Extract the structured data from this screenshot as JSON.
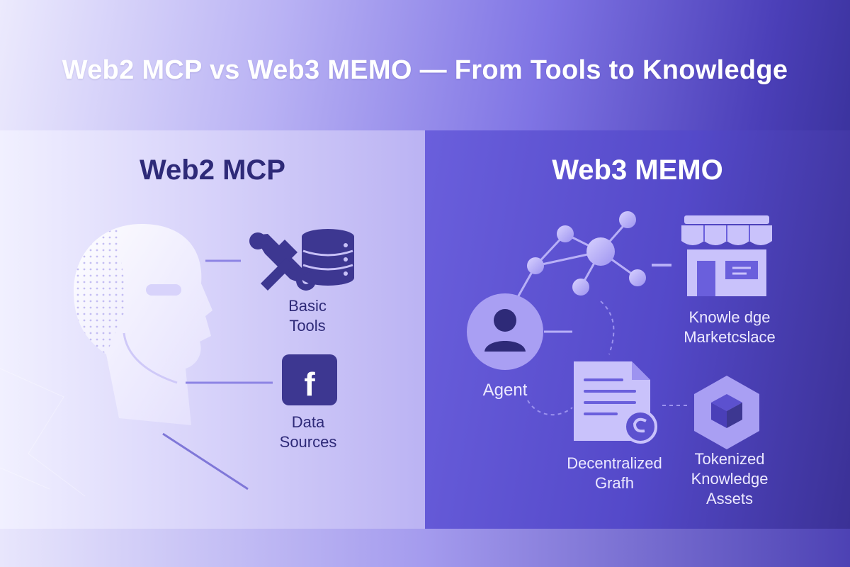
{
  "title": "Web2 MCP vs Web3 MEMO — From Tools to Knowledge",
  "left": {
    "heading": "Web2 MCP",
    "tools_label_line1": "Basic",
    "tools_label_line2": "Tools",
    "data_label_line1": "Data",
    "data_label_line2": "Sources",
    "facebook_glyph": "f"
  },
  "right": {
    "heading": "Web3 MEMO",
    "agent_label": "Agent",
    "market_label_line1": "Knowle dge",
    "market_label_line2": "Marketcslace",
    "graph_label_line1": "Decentralized",
    "graph_label_line2": "Grafh",
    "assets_label_line1": "Tokenized",
    "assets_label_line2": "Knowledge",
    "assets_label_line3": "Assets"
  },
  "colors": {
    "dark_navy": "#2e2a78",
    "icon_purple": "#3d3791",
    "right_icon_light": "#c9c2fb",
    "white": "#ffffff"
  },
  "icons": [
    "human-head-icon",
    "wrench-icon",
    "database-icon",
    "facebook-icon",
    "network-graph-icon",
    "agent-avatar-icon",
    "storefront-icon",
    "document-icon",
    "token-cube-icon"
  ]
}
